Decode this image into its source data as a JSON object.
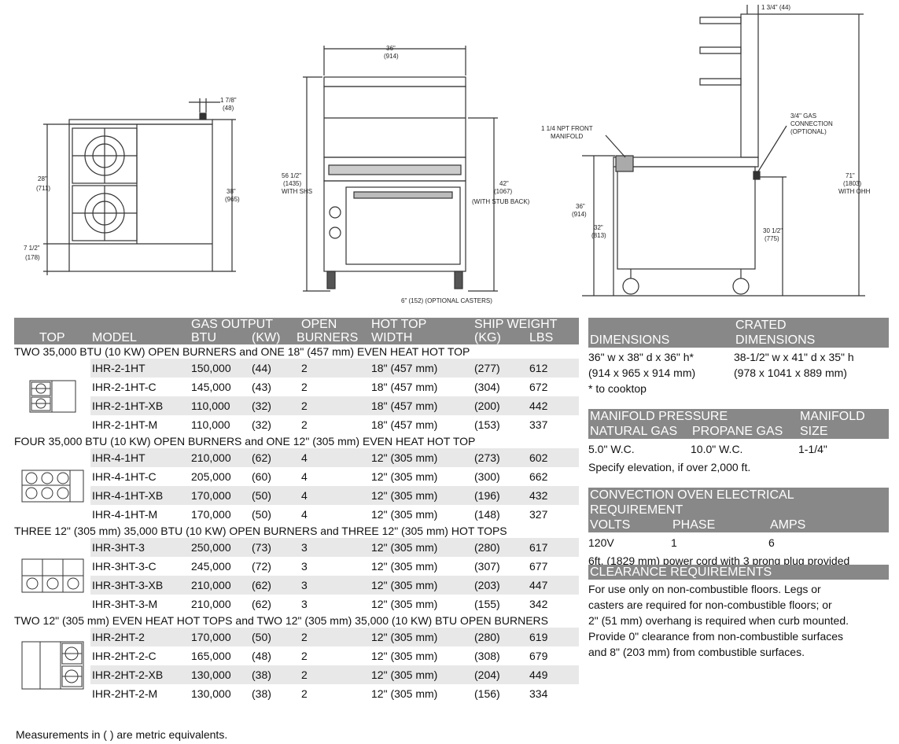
{
  "drawings": {
    "left": {
      "dim_top": "1 7/8\"",
      "dim_top_m": "(48)",
      "dim_depth": "28\"",
      "dim_depth_m": "(711)",
      "dim_height": "38\"",
      "dim_height_m": "(965)",
      "dim_small": "7 1/2\"",
      "dim_small_m": "(178)"
    },
    "front": {
      "width": "36\"",
      "width_m": "(914)",
      "h1": "56 1/2\"",
      "h1_m": "(1435)",
      "h1_note": "WITH SHS",
      "h2": "42\"",
      "h2_m": "(1067)",
      "h2_note": "(WITH STUB BACK)",
      "casters": "6\" (152) (OPTIONAL CASTERS)"
    },
    "side": {
      "top": "1 3/4\" (44)",
      "manifold": "1 1/4 NPT FRONT",
      "manifold2": "MANIFOLD",
      "gas": "3/4\" GAS",
      "gas2": "CONNECTION",
      "gas3": "(OPTIONAL)",
      "h36": "36\"",
      "h36_m": "(914)",
      "h32": "32\"",
      "h32_m": "(813)",
      "h30": "30 1/2\"",
      "h30_m": "(775)",
      "h71": "71\"",
      "h71_m": "(1803)",
      "h71_note": "WITH OHH"
    }
  },
  "table": {
    "headers": {
      "top": "TOP",
      "model": "MODEL",
      "gas_output": "GAS OUTPUT",
      "btu": "BTU",
      "kw": "(KW)",
      "open": "OPEN",
      "burners": "BURNERS",
      "hot_top": "HOT TOP",
      "width": "WIDTH",
      "ship": "SHIP WEIGHT",
      "kg": "(KG)",
      "lbs": "LBS"
    },
    "sections": [
      {
        "title": "TWO 35,000 BTU (10 KW) OPEN BURNERS and ONE 18\" (457 mm) EVEN HEAT HOT TOP",
        "rows": [
          [
            "IHR-2-1HT",
            "150,000",
            "(44)",
            "2",
            "18\" (457 mm)",
            "(277)",
            "612"
          ],
          [
            "IHR-2-1HT-C",
            "145,000",
            "(43)",
            "2",
            "18\" (457 mm)",
            "(304)",
            "672"
          ],
          [
            "IHR-2-1HT-XB",
            "110,000",
            "(32)",
            "2",
            "18\" (457 mm)",
            "(200)",
            "442"
          ],
          [
            "IHR-2-1HT-M",
            "110,000",
            "(32)",
            "2",
            "18\" (457 mm)",
            "(153)",
            "337"
          ]
        ]
      },
      {
        "title": "FOUR 35,000 BTU (10 KW) OPEN BURNERS and ONE 12\" (305 mm) EVEN HEAT HOT TOP",
        "rows": [
          [
            "IHR-4-1HT",
            "210,000",
            "(62)",
            "4",
            "12\" (305 mm)",
            "(273)",
            "602"
          ],
          [
            "IHR-4-1HT-C",
            "205,000",
            "(60)",
            "4",
            "12\" (305 mm)",
            "(300)",
            "662"
          ],
          [
            "IHR-4-1HT-XB",
            "170,000",
            "(50)",
            "4",
            "12\" (305 mm)",
            "(196)",
            "432"
          ],
          [
            "IHR-4-1HT-M",
            "170,000",
            "(50)",
            "4",
            "12\" (305 mm)",
            "(148)",
            "327"
          ]
        ]
      },
      {
        "title": "THREE 12\" (305 mm) 35,000 BTU (10 KW) OPEN BURNERS and THREE 12\" (305 mm) HOT TOPS",
        "rows": [
          [
            "IHR-3HT-3",
            "250,000",
            "(73)",
            "3",
            "12\" (305 mm)",
            "(280)",
            "617"
          ],
          [
            "IHR-3HT-3-C",
            "245,000",
            "(72)",
            "3",
            "12\" (305 mm)",
            "(307)",
            "677"
          ],
          [
            "IHR-3HT-3-XB",
            "210,000",
            "(62)",
            "3",
            "12\" (305 mm)",
            "(203)",
            "447"
          ],
          [
            "IHR-3HT-3-M",
            "210,000",
            "(62)",
            "3",
            "12\" (305 mm)",
            "(155)",
            "342"
          ]
        ]
      },
      {
        "title": "TWO 12\" (305 mm) EVEN HEAT HOT TOPS and TWO 12\" (305 mm) 35,000 (10 KW) BTU OPEN BURNERS",
        "rows": [
          [
            "IHR-2HT-2",
            "170,000",
            "(50)",
            "2",
            "12\" (305 mm)",
            "(280)",
            "619"
          ],
          [
            "IHR-2HT-2-C",
            "165,000",
            "(48)",
            "2",
            "12\" (305 mm)",
            "(308)",
            "679"
          ],
          [
            "IHR-2HT-2-XB",
            "130,000",
            "(38)",
            "2",
            "12\" (305 mm)",
            "(204)",
            "449"
          ],
          [
            "IHR-2HT-2-M",
            "130,000",
            "(38)",
            "2",
            "12\" (305 mm)",
            "(156)",
            "334"
          ]
        ]
      }
    ]
  },
  "dimensions": {
    "h_dim": "DIMENSIONS",
    "h_crated1": "CRATED",
    "h_crated2": "DIMENSIONS",
    "dim1": "36\" w x 38\" d x 36\" h*",
    "dim2": "(914 x 965 x 914 mm)",
    "cr1": "38-1/2\" w x 41\" d x 35\" h",
    "cr2": "(978 x 1041 x 889 mm)",
    "note": "* to cooktop"
  },
  "manifold": {
    "h1a": "MANIFOLD PRESSURE",
    "h1b": "MANIFOLD",
    "h2a": "NATURAL GAS",
    "h2b": "PROPANE GAS",
    "h2c": "SIZE",
    "natural": "5.0\" W.C.",
    "propane": "10.0\" W.C.",
    "size": "1-1/4\"",
    "note": "Specify elevation, if over 2,000 ft."
  },
  "electrical": {
    "title": "CONVECTION OVEN ELECTRICAL REQUIREMENT",
    "h_volts": "VOLTS",
    "h_phase": "PHASE",
    "h_amps": "AMPS",
    "volts": "120V",
    "phase": "1",
    "amps": "6",
    "note": "6ft. (1829 mm) power cord with 3 prong plug provided"
  },
  "clearance": {
    "title": "CLEARANCE REQUIREMENTS",
    "lines": [
      "For use only on non-combustible floors. Legs or",
      "casters are required for non-combustible floors; or",
      "2\" (51 mm) overhang is required when curb mounted.",
      "Provide 0\" clearance from non-combustible surfaces",
      "and 8\" (203 mm) from combustible surfaces."
    ]
  },
  "footer": "Measurements in ( ) are metric equivalents."
}
